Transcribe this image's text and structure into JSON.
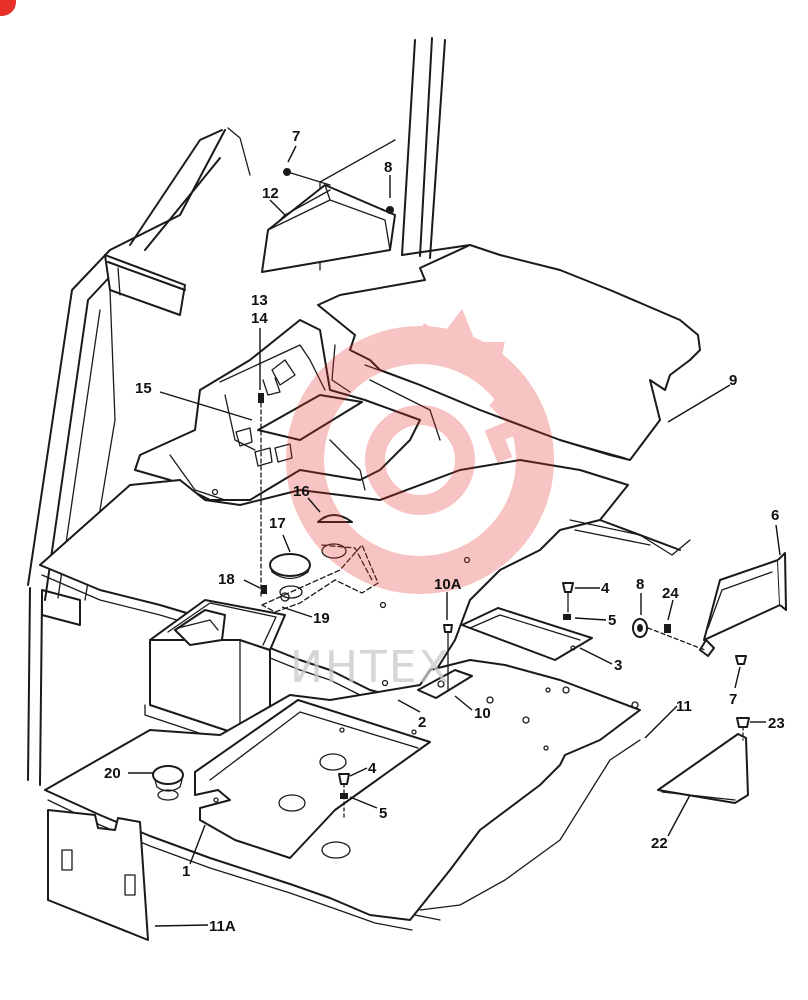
{
  "diagram": {
    "callouts": [
      "1",
      "2",
      "3",
      "4",
      "4",
      "5",
      "5",
      "6",
      "7",
      "7",
      "8",
      "8",
      "9",
      "10",
      "10A",
      "11",
      "11A",
      "12",
      "13",
      "14",
      "15",
      "16",
      "17",
      "18",
      "19",
      "20",
      "22",
      "23",
      "24"
    ],
    "watermark_text": "ИНТЕХ",
    "watermark_color": "#e8302a",
    "corner_badge_color": "#e8302a"
  }
}
